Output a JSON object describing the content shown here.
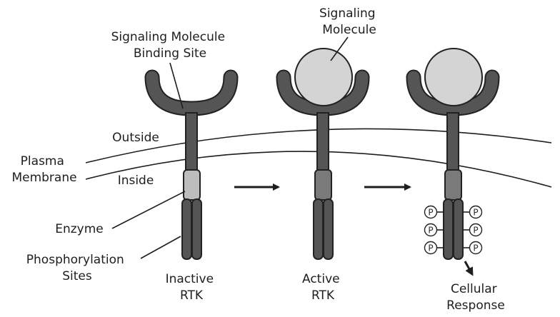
{
  "labels": {
    "binding_site": [
      "Signaling Molecule",
      "Binding Site"
    ],
    "signaling_molecule": [
      "Signaling",
      "Molecule"
    ],
    "outside": "Outside",
    "inside": "Inside",
    "plasma_membrane": [
      "Plasma",
      "Membrane"
    ],
    "enzyme": "Enzyme",
    "phosphorylation_sites": [
      "Phosphorylation",
      "Sites"
    ],
    "inactive_rtk": [
      "Inactive",
      "RTK"
    ],
    "active_rtk": [
      "Active",
      "RTK"
    ],
    "cellular_response": [
      "Cellular",
      "Response"
    ],
    "phosphate": "P"
  },
  "colors": {
    "receptor": "#555555",
    "outline": "#222222",
    "signaling_molecule": "#d4d4d4",
    "enzyme_inactive": "#bdbdbd",
    "enzyme_active": "#7a7a7a",
    "arrow": "#1e1e1e"
  }
}
